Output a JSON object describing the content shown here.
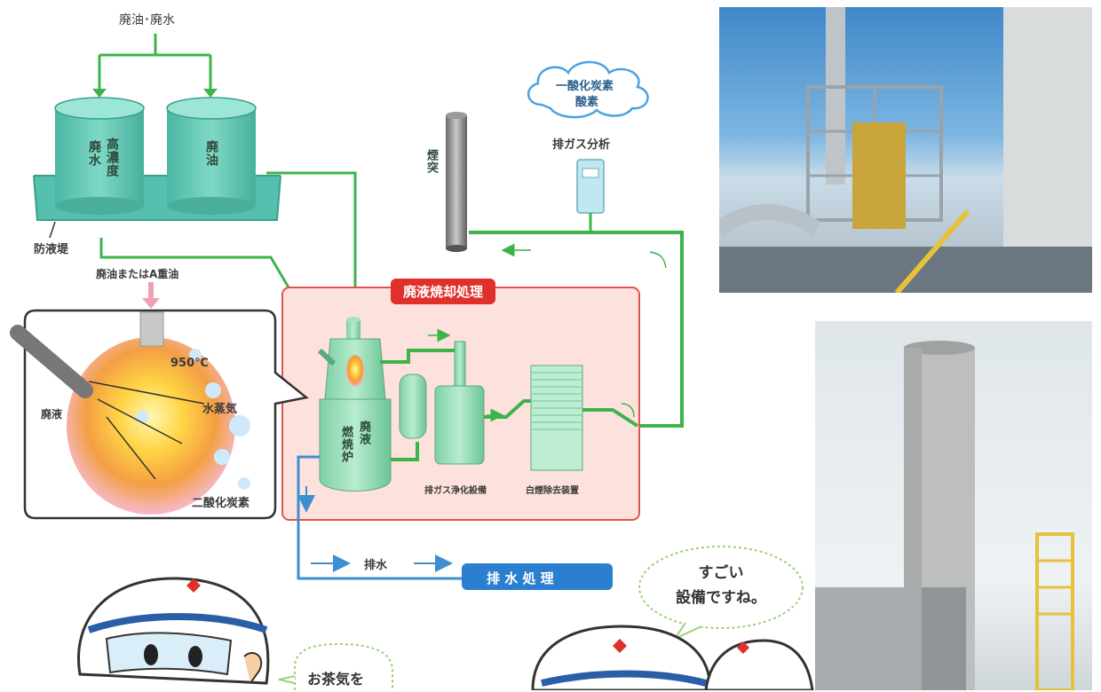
{
  "labels": {
    "input_top": "廃油･廃水",
    "tank_left_col1": "高濃度",
    "tank_left_col2": "廃水",
    "tank_right": "廃油",
    "dike": "防液堤",
    "oil_feed": "廃油またはA重油",
    "temperature": "950℃",
    "waste_liquid": "廃液",
    "steam": "水蒸気",
    "co2": "二酸化炭素",
    "chimney": "煙突",
    "cloud_line1": "一酸化炭素",
    "cloud_line2": "酸素",
    "exhaust_analysis": "排ガス分析",
    "section_title": "廃液焼却処理",
    "furnace_col1": "廃液",
    "furnace_col2": "燃焼炉",
    "gas_purification": "排ガス浄化設備",
    "smoke_removal": "白煙除去装置",
    "drainage": "排水",
    "drainage_treatment": "排 水 処 理"
  },
  "speech": {
    "right_line1": "すごい",
    "right_line2": "設備ですね。",
    "left_partial": "お茶気を"
  },
  "colors": {
    "flow_green": "#3cb44a",
    "flow_blue": "#3d8fd1",
    "tank_teal": "#5fc7b4",
    "section_bg": "#fde1dc",
    "section_border": "#e4544a",
    "section_label_bg": "#e0302b",
    "drain_box": "#2a7fcf"
  }
}
